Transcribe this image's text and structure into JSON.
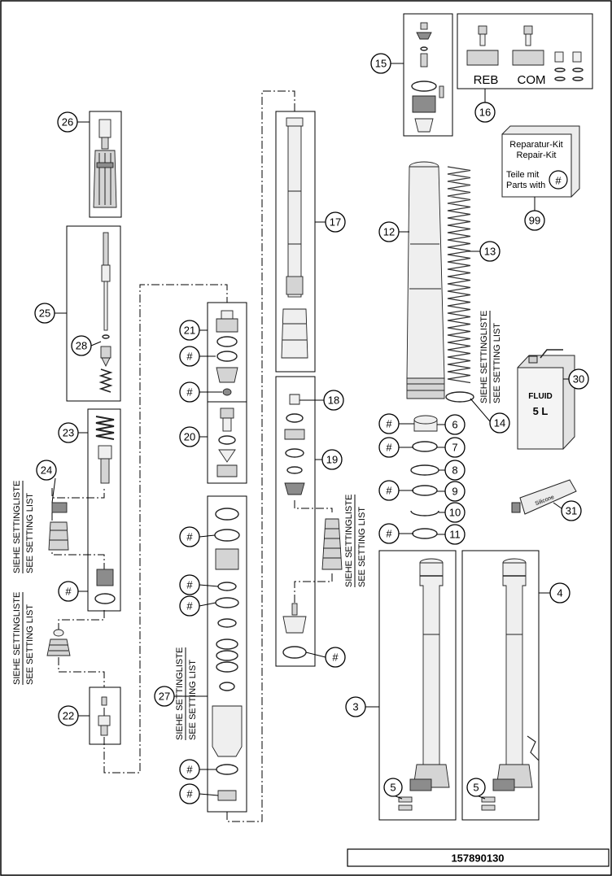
{
  "callouts": {
    "c3": "3",
    "c4": "4",
    "c5a": "5",
    "c5b": "5",
    "c6": "6",
    "c7": "7",
    "c8": "8",
    "c9": "9",
    "c10": "10",
    "c11": "11",
    "c12": "12",
    "c13": "13",
    "c14": "14",
    "c15": "15",
    "c16": "16",
    "c17": "17",
    "c18": "18",
    "c19": "19",
    "c20": "20",
    "c21": "21",
    "c22": "22",
    "c23": "23",
    "c24": "24",
    "c25": "25",
    "c26": "26",
    "c27": "27",
    "c28": "28",
    "c30": "30",
    "c31": "31",
    "c99": "99"
  },
  "hash_symbol": "#",
  "adjuster_labels": {
    "reb": "REB",
    "com": "COM"
  },
  "repair_kit": {
    "line1": "Reparatur-Kit",
    "line2": "Repair-Kit",
    "line3": "Teile mit",
    "line4": "Parts with"
  },
  "setting_note": {
    "de": "SIEHE SETTINGLISTE",
    "en": "SEE SETTING LIST"
  },
  "oil_can": {
    "brand": "FLUID",
    "volume": "5 L"
  },
  "grease_tube": {
    "brand": "Silicone"
  },
  "document_number": "157890130"
}
